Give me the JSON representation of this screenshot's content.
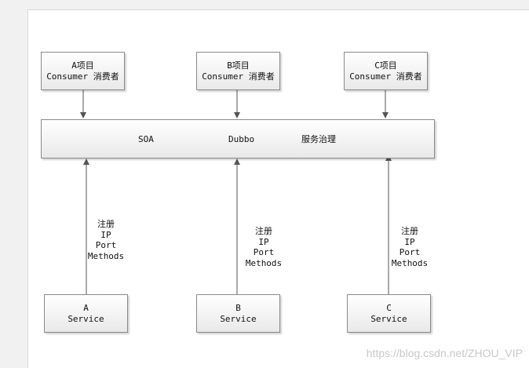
{
  "consumers": [
    {
      "line1": "A项目",
      "line2": "Consumer 消费者"
    },
    {
      "line1": "B项目",
      "line2": "Consumer 消费者"
    },
    {
      "line1": "C项目",
      "line2": "Consumer 消费者"
    }
  ],
  "soa_bar": {
    "soa": "SOA",
    "dubbo": "Dubbo",
    "governance": "服务治理"
  },
  "registrations": [
    {
      "l1": "注册",
      "l2": "IP",
      "l3": "Port",
      "l4": "Methods"
    },
    {
      "l1": "注册",
      "l2": "IP",
      "l3": "Port",
      "l4": "Methods"
    },
    {
      "l1": "注册",
      "l2": "IP",
      "l3": "Port",
      "l4": "Methods"
    }
  ],
  "services": [
    {
      "line1": "A",
      "line2": "Service"
    },
    {
      "line1": "B",
      "line2": "Service"
    },
    {
      "line1": "C",
      "line2": "Service"
    }
  ],
  "watermark": "https://blog.csdn.net/ZHOU_VIP",
  "colors": {
    "arrow": "#555555",
    "border": "#8a8a8a",
    "background": "#f1f1f1"
  }
}
